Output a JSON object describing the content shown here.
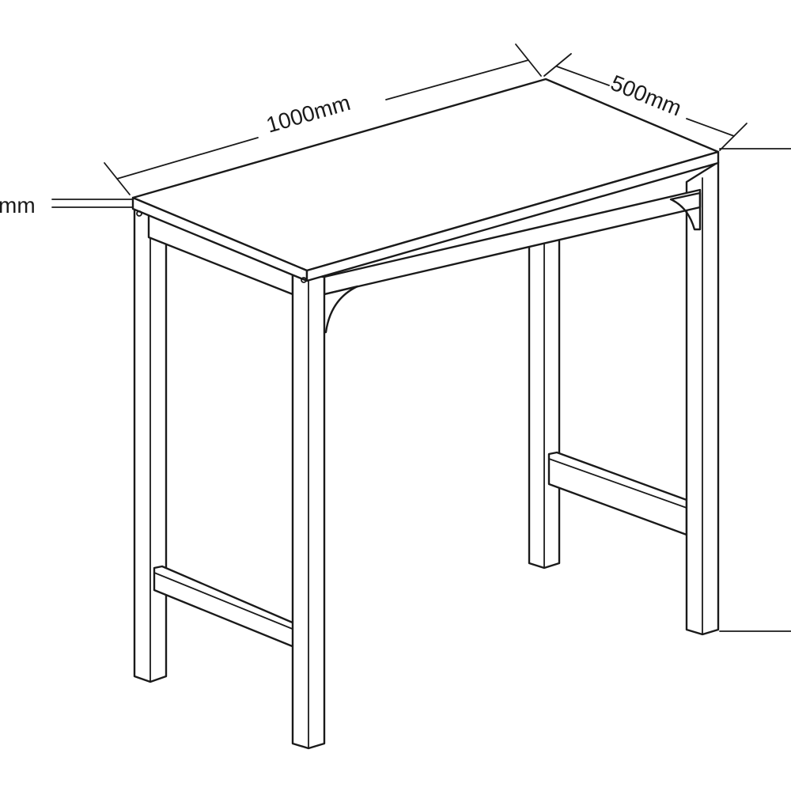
{
  "diagram": {
    "subject": "Bar table line drawing with dimensions",
    "line_color": "#1a1a1a",
    "background": "#ffffff",
    "dimensions": {
      "width_label": "1000mm",
      "depth_label": "500mm",
      "thickness_label": "mm"
    }
  }
}
